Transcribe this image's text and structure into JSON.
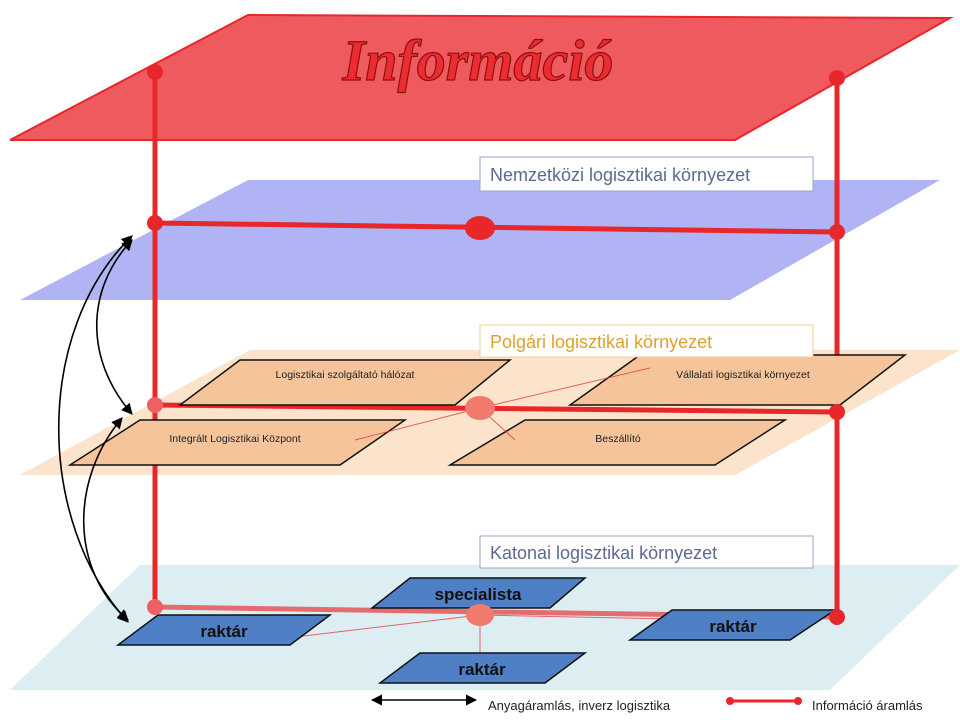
{
  "diagram": {
    "title": "Információ",
    "layers": {
      "international": {
        "label": "Nemzetközi logisztikai környezet"
      },
      "civil": {
        "label": "Polgári logisztikai környezet",
        "nodes": [
          "Logisztikai szolgáltató hálózat",
          "Vállalati logisztikai környezet",
          "Integrált Logisztikai Központ",
          "Beszállító"
        ]
      },
      "military": {
        "label": "Katonai logisztikai környezet",
        "nodes": [
          "specialista",
          "raktár",
          "raktár",
          "raktár"
        ]
      }
    },
    "legend": {
      "material_flow": "Anyagáramlás, inverz logisztika",
      "information_flow": "Információ áramlás"
    },
    "colors": {
      "info_red": "#e8272b",
      "info_plane": "#ee5a5e",
      "international_plane": "#b0b4f4",
      "civil_plane": "#fbe3cc",
      "civil_node": "#f5c49a",
      "military_plane": "#dceef2",
      "military_node": "#4f7fc4"
    }
  }
}
